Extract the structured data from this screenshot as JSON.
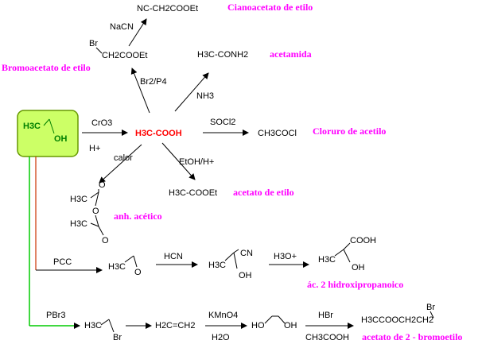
{
  "colors": {
    "label": "#ff00ff",
    "center": "#ff0000",
    "start_fill": "#ccff66",
    "start_border": "#669900",
    "green_text": "#008000",
    "branch_line_green": "#00cc00",
    "branch_line_red": "#cc3300"
  },
  "start": {
    "left": "H3C",
    "right": "OH"
  },
  "center": "H3C-COOH",
  "center_label": "",
  "nodes": {
    "cianoacetato": {
      "formula": "NC-CH2COOEt",
      "label": "Cianoacetato de etilo",
      "reagent": "NaCN"
    },
    "bromoacetato": {
      "formula": "CH2COOEt",
      "br": "Br",
      "label": "Bromoacetato de etilo",
      "reagent": "Br2/P4"
    },
    "acetamida": {
      "formula": "H3C-CONH2",
      "label": "acetamida",
      "reagent": "NH3"
    },
    "cloruro": {
      "formula": "CH3COCl",
      "label": "Cloruro de acetilo",
      "reagent": "SOCl2"
    },
    "acetato_etilo": {
      "formula": "H3C-COOEt",
      "label": "acetato de etilo",
      "reagent": "EtOH/H+"
    },
    "anhidrido": {
      "label": "anh. acético",
      "reagent": "calor",
      "top": "H3C",
      "bottom": "H3C",
      "o_top": "O",
      "o_mid": "O",
      "o_bot": "O"
    },
    "oxidation": {
      "reagent_top": "CrO3",
      "reagent_bottom": "H+"
    }
  },
  "pcc_branch": {
    "reagent": "PCC",
    "acetaldehyde": {
      "me": "H3C",
      "o": "O"
    },
    "reagent2": "HCN",
    "cyanohydrin": {
      "me": "H3C",
      "cn": "CN",
      "oh": "OH"
    },
    "reagent3": "H3O+",
    "product": {
      "me": "H3C",
      "cooh": "COOH",
      "oh": "OH"
    },
    "label": "ác. 2 hidroxipropanoico"
  },
  "pbr3_branch": {
    "reagent": "PBr3",
    "bromoethane": {
      "me": "H3C",
      "br": "Br"
    },
    "ethene": "H2C=CH2",
    "reagent_kmno4": "KMnO4",
    "reagent_h2o": "H2O",
    "diol": {
      "left": "HO",
      "right": "OH"
    },
    "reagent_hbr": "HBr",
    "reagent_ch3cooh": "CH3COOH",
    "product": "H3CCOOCH2CH2",
    "product_br": "Br",
    "label": "acetato de 2 - bromoetilo"
  }
}
